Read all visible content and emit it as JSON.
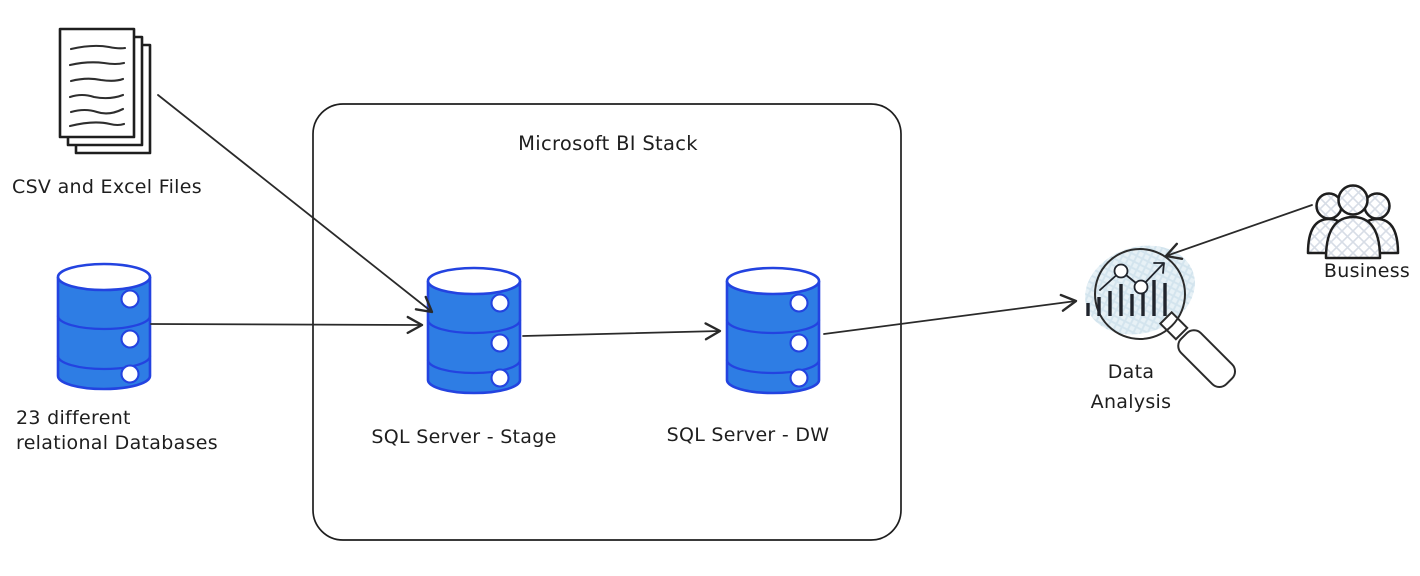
{
  "container": {
    "label": "Microsoft BI Stack"
  },
  "nodes": {
    "csv_files": {
      "label": "CSV and Excel Files"
    },
    "source_databases": {
      "label_lines": [
        "23 different",
        "relational Databases"
      ]
    },
    "sql_stage": {
      "label": "SQL Server - Stage"
    },
    "sql_dw": {
      "label": "SQL Server - DW"
    },
    "data_analysis": {
      "label_lines": [
        "Data",
        "Analysis"
      ]
    },
    "business": {
      "label": "Business"
    }
  },
  "edges": [
    {
      "from": "csv-and-excel-files",
      "to": "sql-server-stage"
    },
    {
      "from": "relational-databases",
      "to": "sql-server-stage"
    },
    {
      "from": "sql-server-stage",
      "to": "sql-server-dw"
    },
    {
      "from": "sql-server-dw",
      "to": "data-analysis"
    },
    {
      "from": "business",
      "to": "data-analysis"
    }
  ],
  "colors": {
    "ink": "#1e1e1e",
    "database_fill": "#2e7de4",
    "database_stroke": "#2343e0",
    "analysis_highlight": "#e7f1f6",
    "people_hatch": "#d7dde6",
    "background": "#ffffff"
  }
}
